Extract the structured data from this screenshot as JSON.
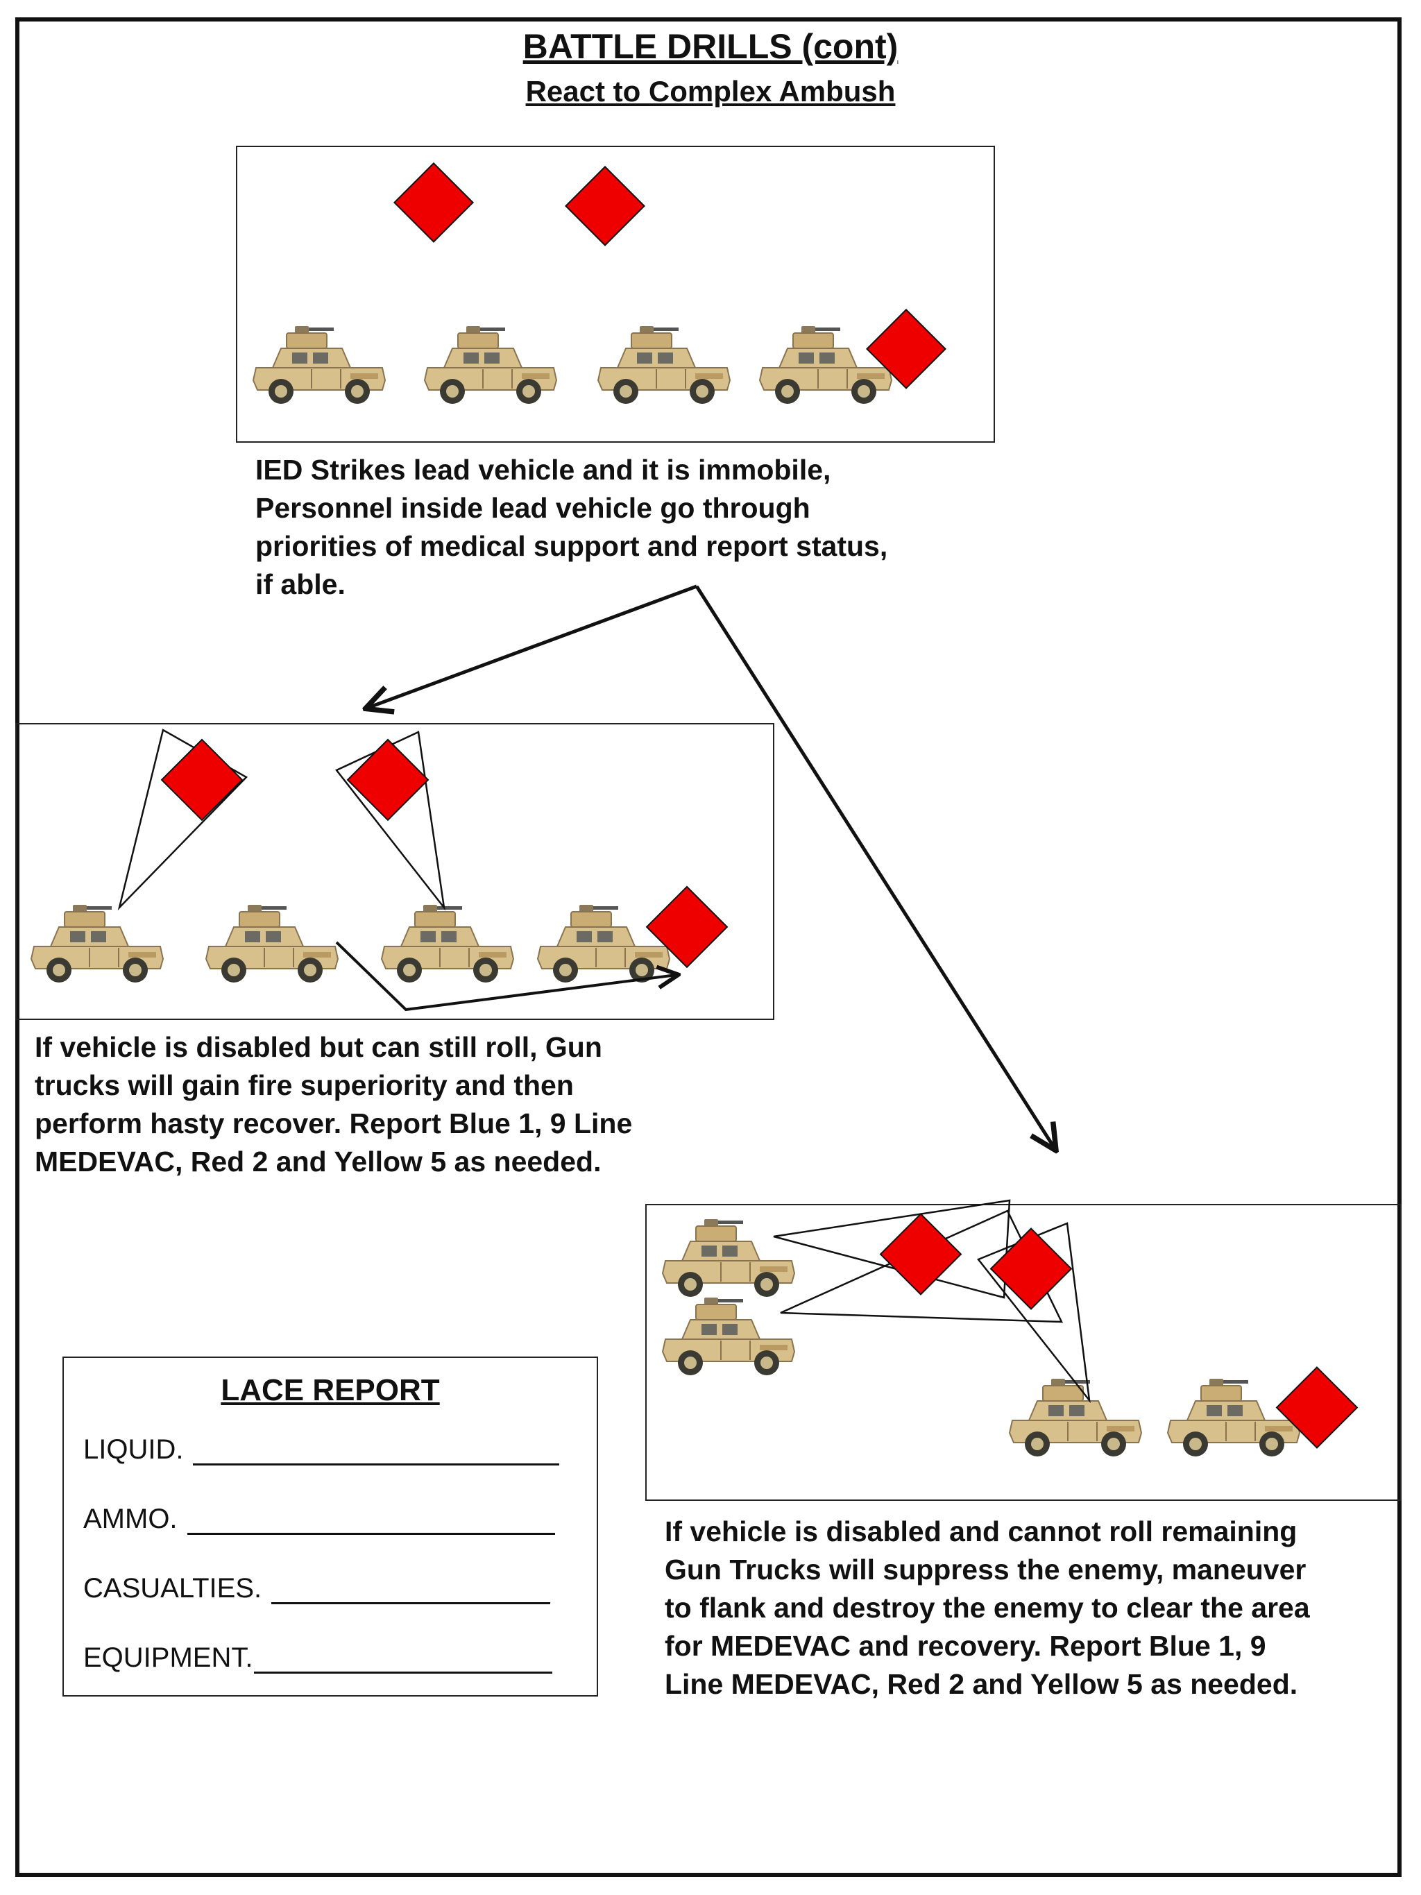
{
  "header": {
    "title": "BATTLE DRILLS (cont)",
    "subtitle": "React to Complex Ambush"
  },
  "panels": [
    {
      "caption_lines": [
        "IED Strikes lead vehicle and it is immobile,",
        "Personnel inside lead vehicle go through",
        "priorities of medical support and report status,",
        "if able."
      ]
    },
    {
      "caption_lines": [
        "If vehicle is disabled but can still roll, Gun",
        "trucks will gain fire superiority and then",
        "perform hasty recover. Report Blue 1, 9 Line",
        "MEDEVAC, Red 2 and Yellow 5 as needed."
      ]
    },
    {
      "caption_lines": [
        "If vehicle is disabled and cannot roll remaining",
        "Gun Trucks will suppress the enemy, maneuver",
        "to flank and destroy the enemy to clear the area",
        "for MEDEVAC and recovery. Report Blue 1, 9",
        "Line MEDEVAC, Red 2 and Yellow 5 as needed."
      ]
    }
  ],
  "lace_report": {
    "title": "LACE REPORT",
    "rows": [
      {
        "label": "LIQUID."
      },
      {
        "label": "AMMO."
      },
      {
        "label": "CASUALTIES."
      },
      {
        "label": "EQUIPMENT."
      }
    ]
  },
  "colors": {
    "enemy_marker": "#ee0000",
    "vehicle_body": "#d8c08c",
    "vehicle_shade": "#b89a62",
    "line": "#111111"
  },
  "icons": {
    "enemy": "red-diamond-enemy-icon",
    "vehicle": "humvee-icon"
  }
}
